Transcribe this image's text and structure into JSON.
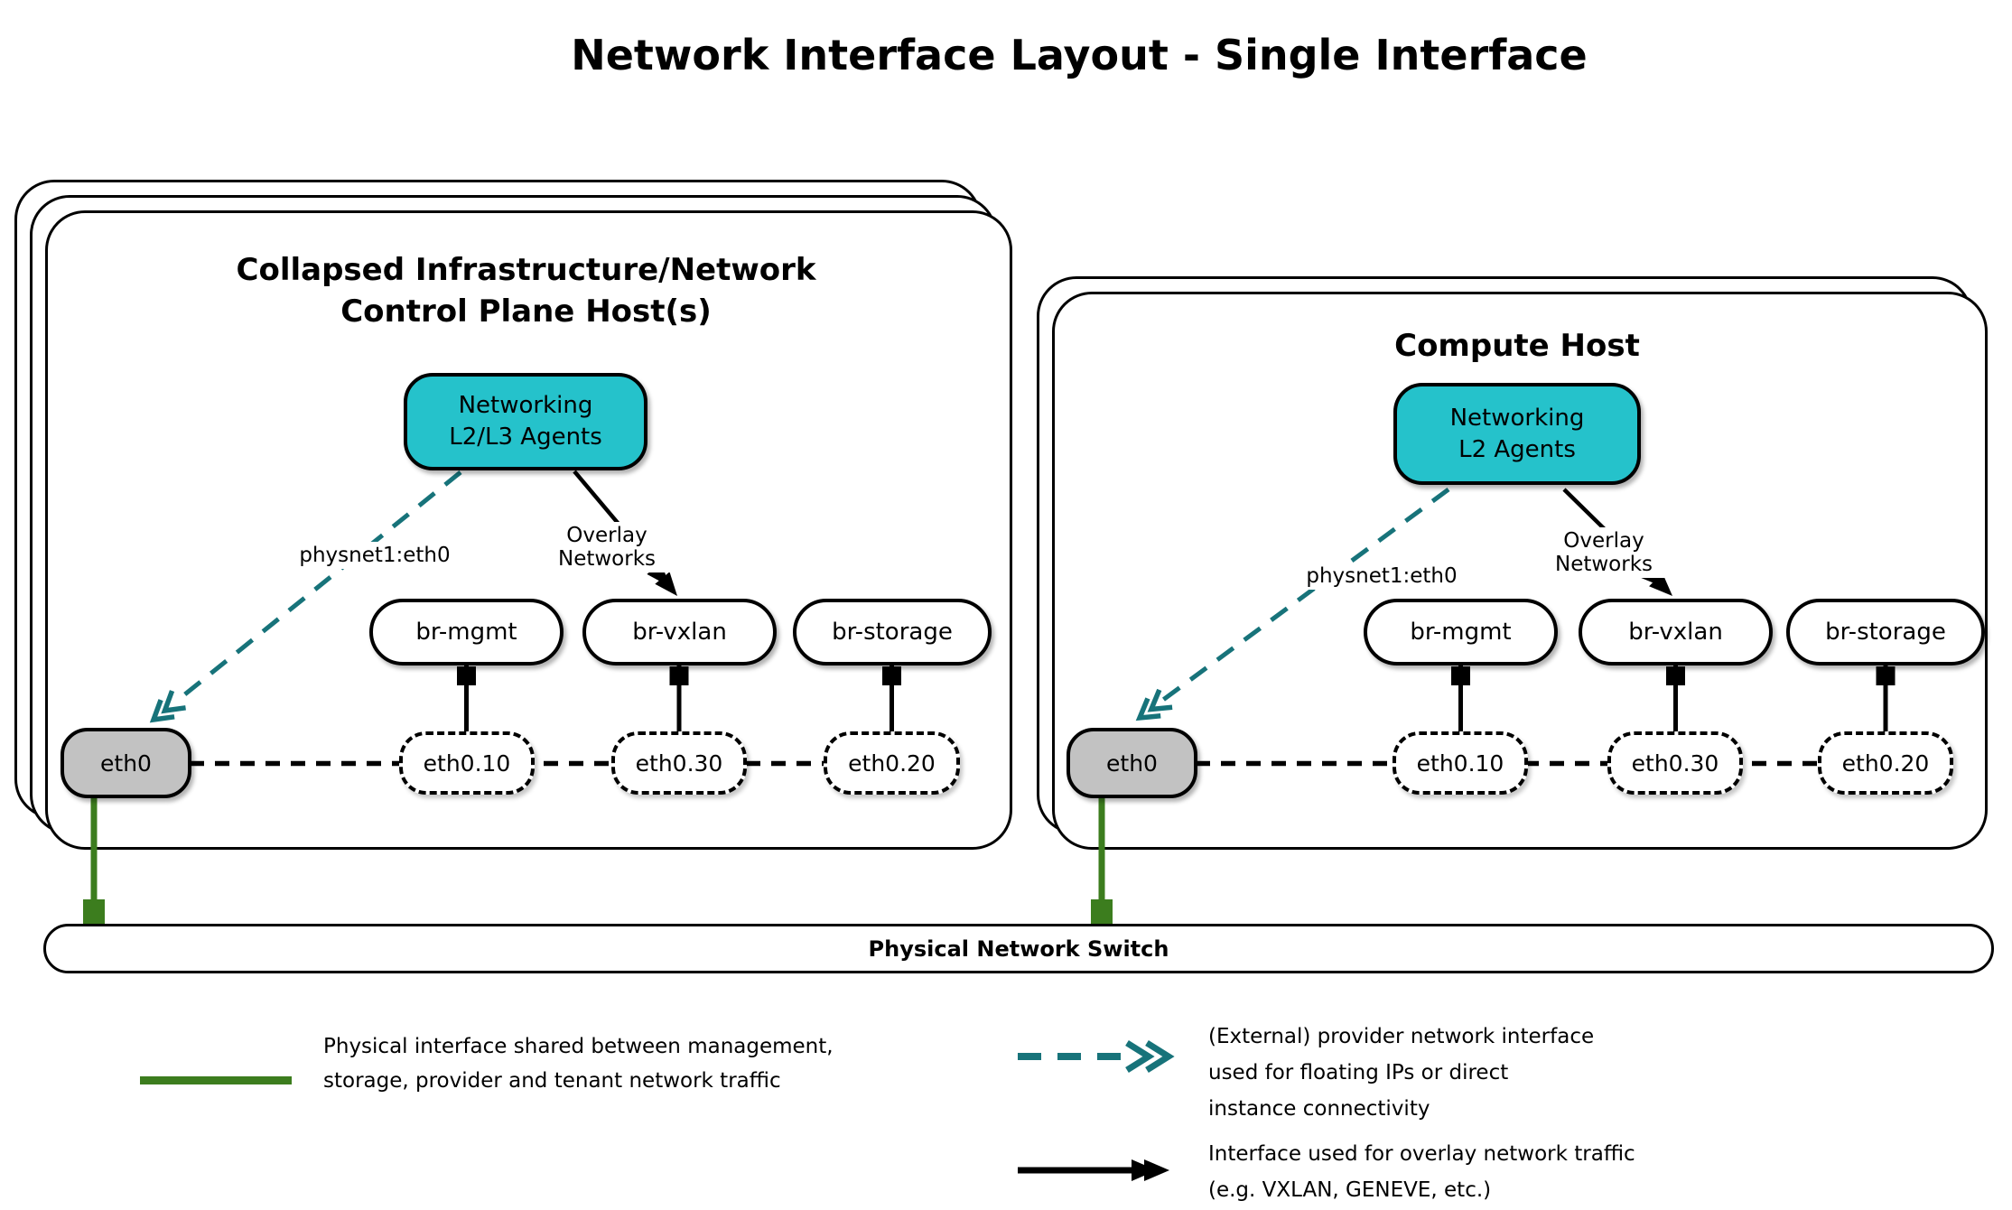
{
  "title": "Network Interface Layout - Single Interface",
  "colors": {
    "agent_fill": "#25c2cb",
    "provider_arrow": "#17737a",
    "physical_line_green": "#3c7d1e",
    "eth_gray": "#c2c2c2",
    "line_black": "#000000"
  },
  "hosts": {
    "control": {
      "title_lines": [
        "Collapsed Infrastructure/Network",
        "Control Plane Host(s)"
      ],
      "agent": {
        "line1": "Networking",
        "line2": "L2/L3 Agents"
      },
      "physnet_label": "physnet1:eth0",
      "overlay_label": "Overlay Networks",
      "bridges": [
        "br-mgmt",
        "br-vxlan",
        "br-storage"
      ],
      "eth": "eth0",
      "vlans": [
        "eth0.10",
        "eth0.30",
        "eth0.20"
      ]
    },
    "compute": {
      "title_lines": [
        "Compute Host"
      ],
      "agent": {
        "line1": "Networking",
        "line2": "L2 Agents"
      },
      "physnet_label": "physnet1:eth0",
      "overlay_label": "Overlay Networks",
      "bridges": [
        "br-mgmt",
        "br-vxlan",
        "br-storage"
      ],
      "eth": "eth0",
      "vlans": [
        "eth0.10",
        "eth0.30",
        "eth0.20"
      ]
    }
  },
  "switch_bar": {
    "label": "Physical Network Switch"
  },
  "legend": {
    "physical": {
      "lines": [
        "Physical interface shared between management,",
        "storage, provider and tenant network traffic"
      ]
    },
    "provider": {
      "lines": [
        "(External) provider network interface",
        "used for floating IPs or direct",
        "instance connectivity"
      ]
    },
    "overlay": {
      "lines": [
        "Interface used for overlay network traffic",
        "(e.g. VXLAN, GENEVE, etc.)"
      ]
    }
  }
}
